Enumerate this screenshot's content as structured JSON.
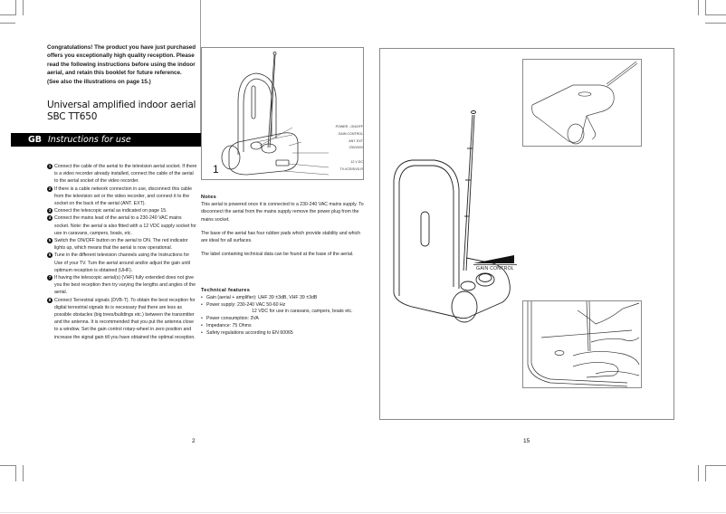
{
  "left_page": {
    "intro": {
      "lead": "Congratulations!",
      "text": " The product you have just purchased offers you exceptionally high quality reception. Please read the following instructions before using the indoor aerial, and retain this booklet for future reference.",
      "see_also": "(See also the illustrations on page 15.)"
    },
    "product_title_line1": "Universal amplified indoor aerial",
    "product_title_line2": "SBC TT650",
    "section_banner": {
      "lang": "GB",
      "title": "Instructions for use"
    },
    "steps": [
      {
        "num": "1",
        "text": "Connect the cable of the aerial to the television aerial socket. If there is a video recorder already installed, connect the cable of the aerial to the aerial socket of the video recorder."
      },
      {
        "num": "2",
        "text": "If there is a cable network connection in use, disconnect this cable from the television set or the video recorder, and connect it to the socket on the back of the aerial (ANT. EXT)."
      },
      {
        "num": "3",
        "text": "Connect the telescopic aerial as indicated on page 15."
      },
      {
        "num": "4",
        "text": "Connect the mains lead of the aerial to a 230-240 VAC mains socket. Note: the aerial is also fitted with a 12 VDC supply socket for use in caravans, campers, boats, etc."
      },
      {
        "num": "5",
        "text": "Switch the ON/OFF button on the aerial to ON. The red indicator lights up, which means that the aerial is now operational."
      },
      {
        "num": "6",
        "text": "Tune in the different television channels using the Instructions for Use of your TV. Turn the aerial around and/or adjust the gain until optimum reception is obtained (UHF)."
      },
      {
        "num": "7",
        "text": "If having the telescopic aerial(s) (VHF) fully extended does not give you the best reception then try varying the lengths and angles of the aerial."
      },
      {
        "num": "8",
        "text": "Connect Terrestrial signals (DVB-T). To obtain the best reception for digital terrestrial signals its is necessary that there are less as possible obstacles (big trees/buildings etc.) between the transmitter and the antenna. It is recommended that you put the antenna close to a window. Set the gain control rotary-wheel in zero position and increase the signal gain till you have obtained the optimal reception."
      }
    ],
    "figure1": {
      "number": "1",
      "callouts": [
        "POWER - ON/OFF",
        "GAIN CONTROL",
        "ANT. EXT",
        "230/240V",
        "12 V DC",
        "TV-VCR/DVD-R"
      ]
    },
    "notes": {
      "heading": "Notes",
      "paragraphs": [
        "This aerial is powered once it is connected to a 230-240 VAC mains supply. To disconnect the aerial from the mains supply remove the power plug from the mains socket.",
        "The base of the aerial has four rubber pads which provide stability and which are ideal for all surfaces.",
        "The label containing technical data can be found at the base of the aerial."
      ]
    },
    "technical": {
      "heading": "Technical  features",
      "items": [
        " Gain (aerial + amplifier): UHF 39 ±3dB, VHF 39 ±3dB",
        "Power supply: 230-240 VAC 50-60 Hz",
        "Power consumption: 3VA",
        "Impedance: 75 Ohms",
        "Safety regulations according to EN 60065"
      ],
      "power_supply_line2": "12 VDC for use in caravans, campers, boats etc."
    },
    "page_number": "2"
  },
  "right_page": {
    "gain_control_label": "GAIN CONTROL",
    "page_number": "15"
  }
}
